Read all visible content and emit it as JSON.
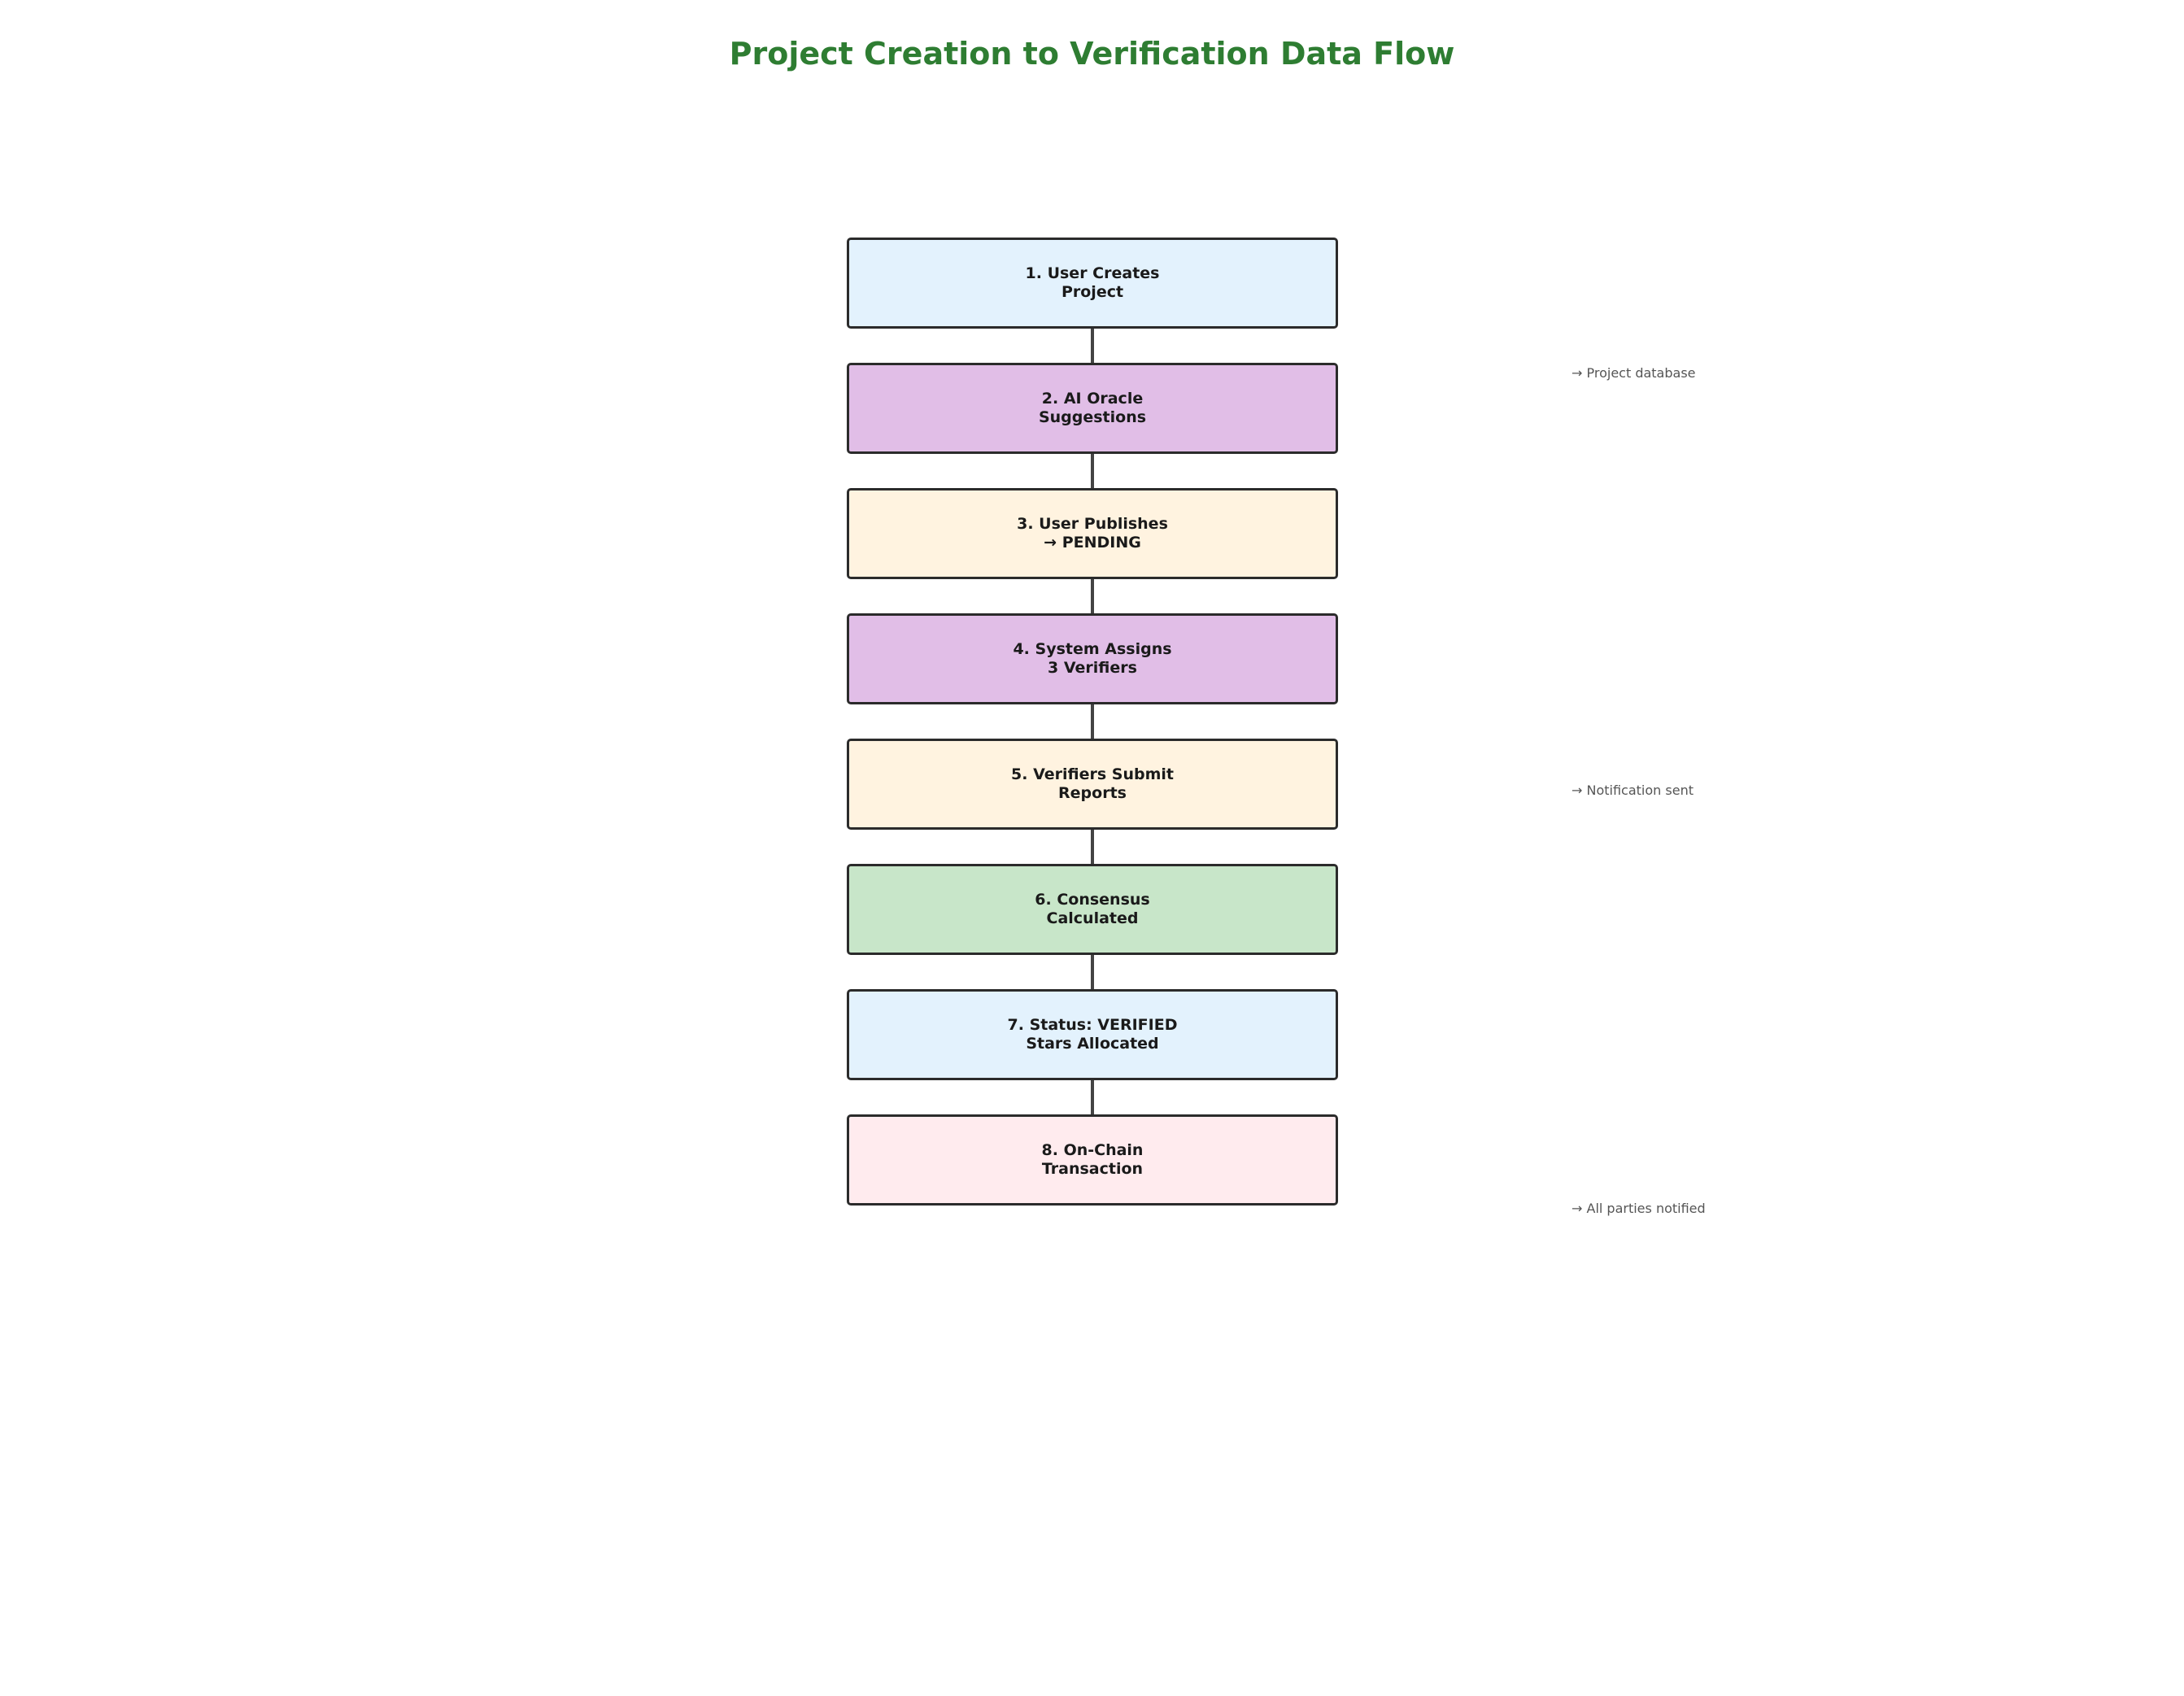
{
  "title": "Project Creation to Verification Data Flow",
  "colors": {
    "title": "#2e7d32",
    "blue": "#e3f2fd",
    "purple": "#e1bee7",
    "orange": "#fff3e0",
    "green": "#c8e6c9",
    "pink": "#ffebee",
    "border": "#2b2b2b",
    "connector": "#444444",
    "annotation": "#555555"
  },
  "steps": [
    {
      "line1": "1. User Creates",
      "line2": "Project",
      "fill": "#e3f2fd"
    },
    {
      "line1": "2. AI Oracle",
      "line2": "Suggestions",
      "fill": "#e1bee7"
    },
    {
      "line1": "3. User Publishes",
      "line2": "→ PENDING",
      "fill": "#fff3e0"
    },
    {
      "line1": "4. System Assigns",
      "line2": "3 Verifiers",
      "fill": "#e1bee7"
    },
    {
      "line1": "5. Verifiers Submit",
      "line2": "Reports",
      "fill": "#fff3e0"
    },
    {
      "line1": "6. Consensus",
      "line2": "Calculated",
      "fill": "#c8e6c9"
    },
    {
      "line1": "7. Status: VERIFIED",
      "line2": "Stars Allocated",
      "fill": "#e3f2fd"
    },
    {
      "line1": "8. On-Chain",
      "line2": "Transaction",
      "fill": "#ffebee"
    }
  ],
  "annotations": [
    "→ Project database",
    "→ Notification sent",
    "→ All parties notified"
  ]
}
